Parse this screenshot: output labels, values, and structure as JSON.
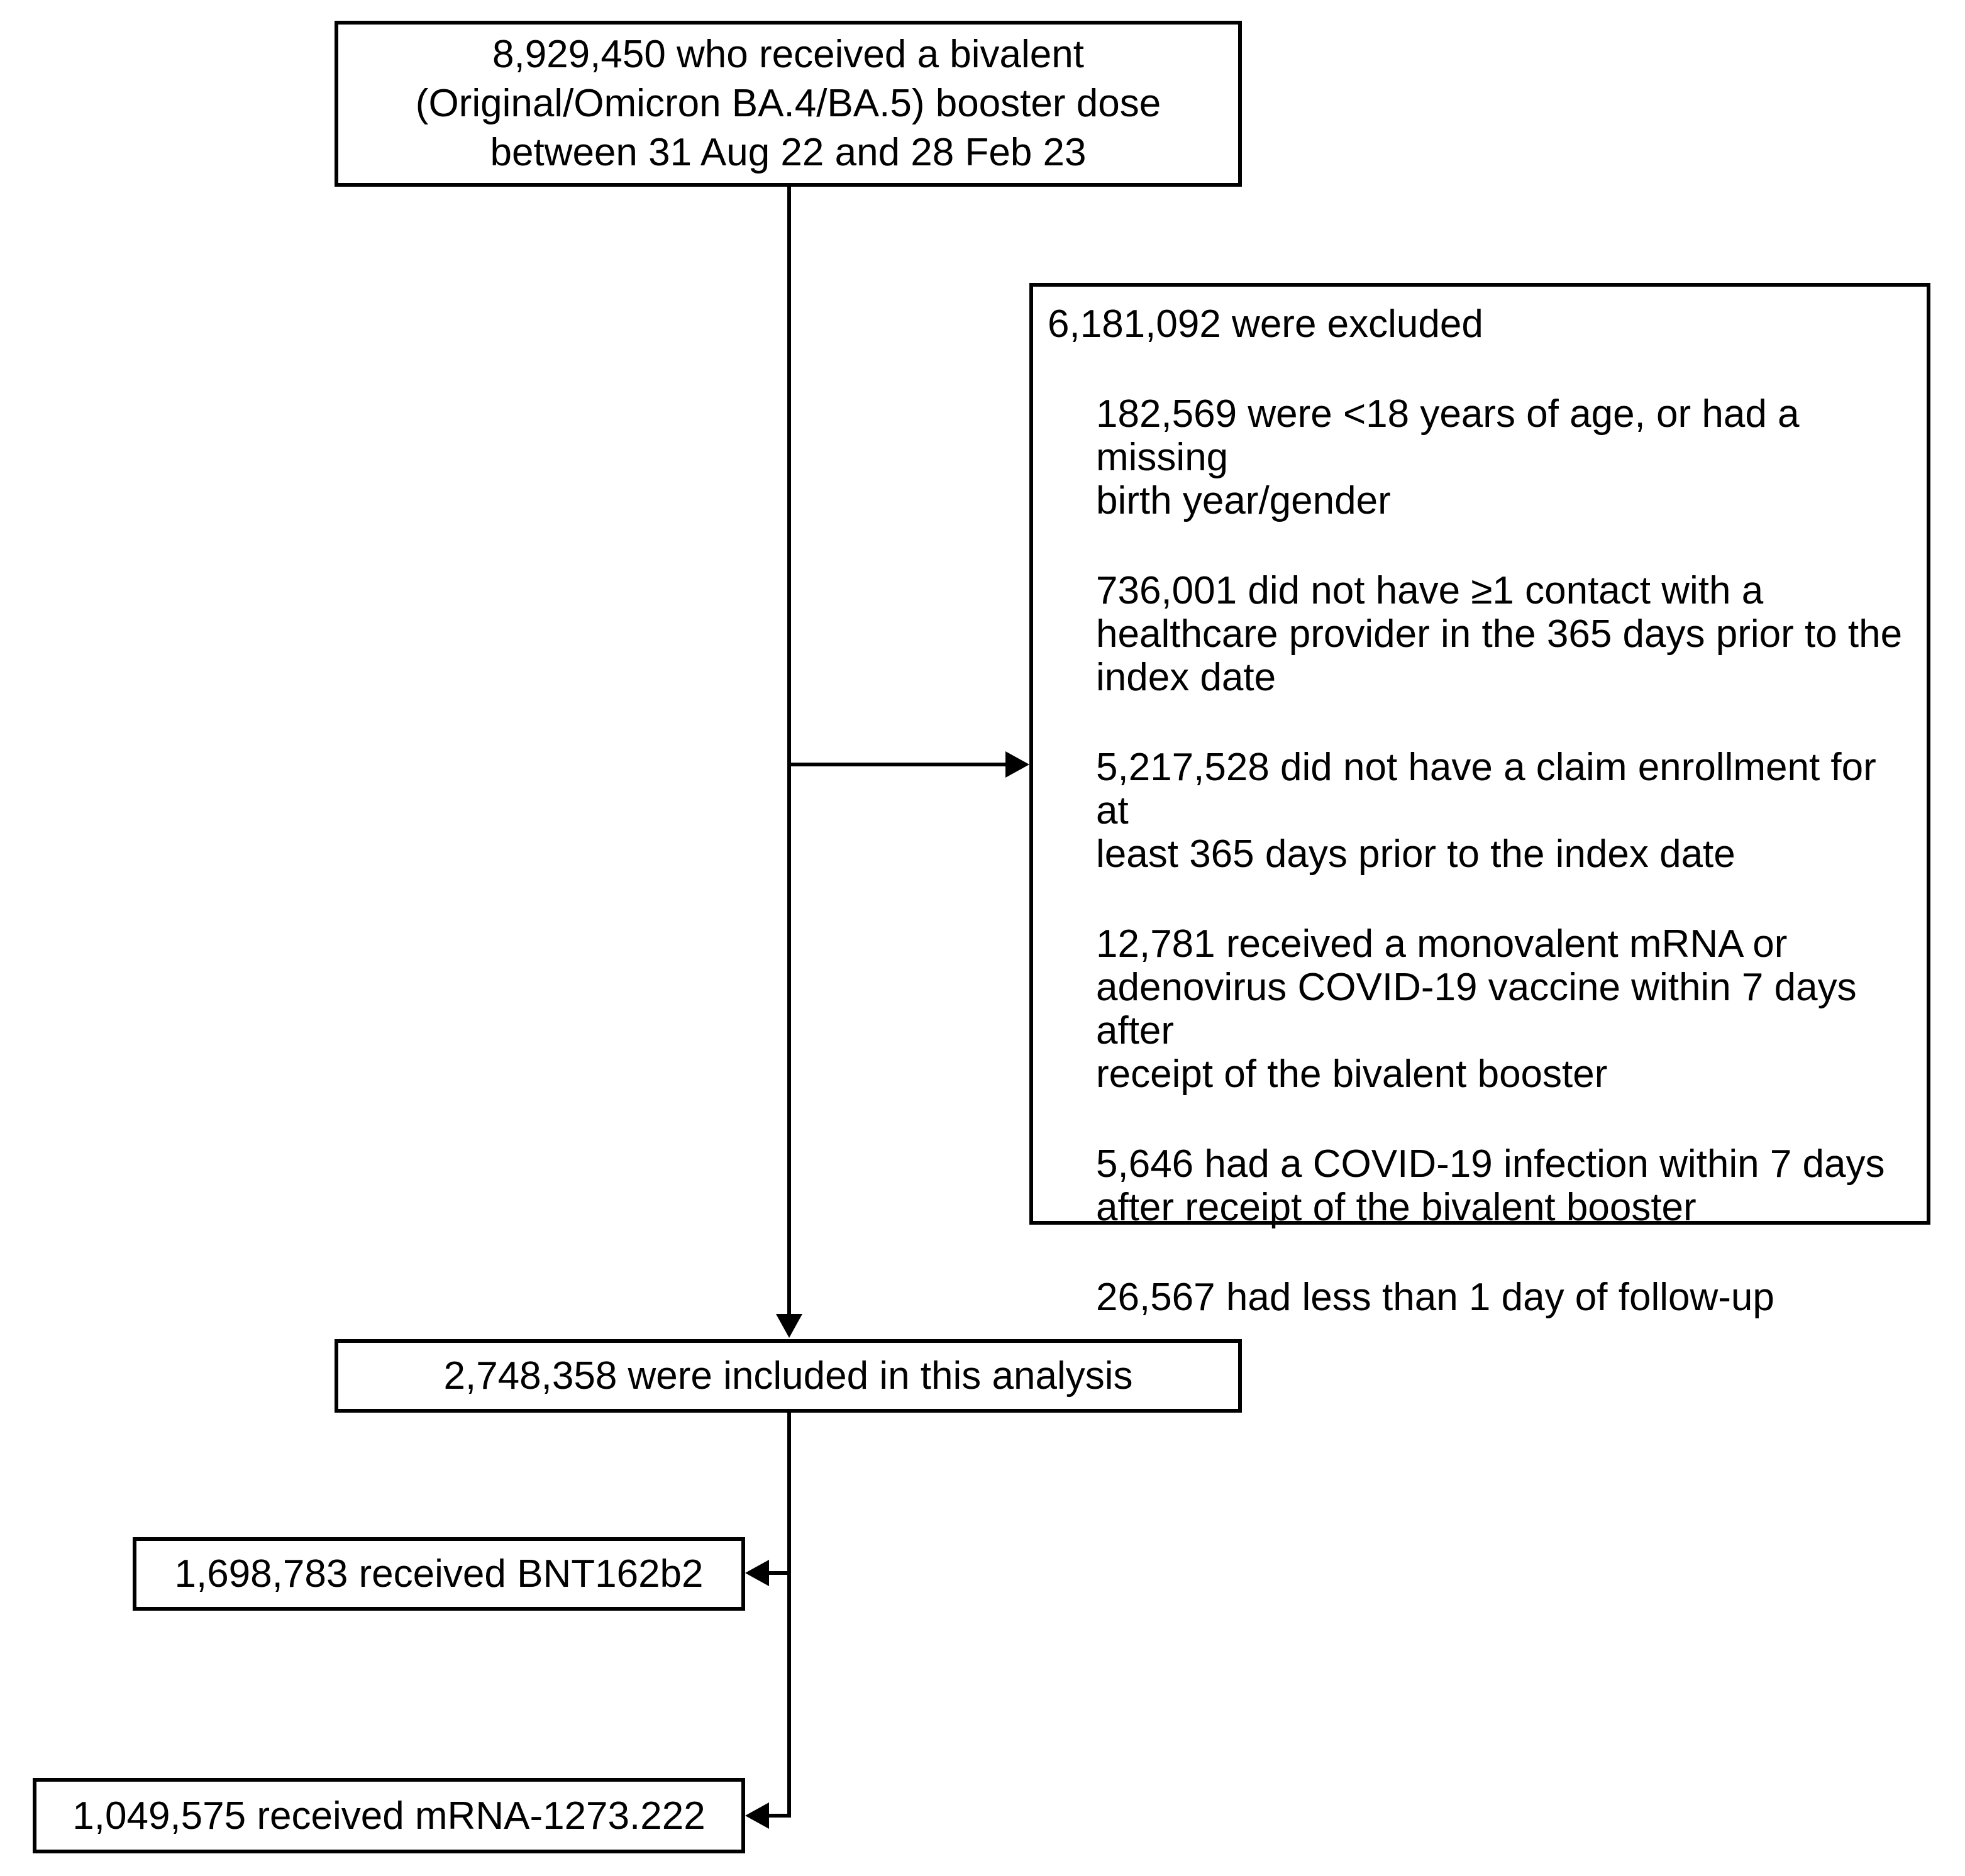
{
  "diagram": {
    "title": "Participant flow diagram for bivalent booster analysis",
    "colors": {
      "background": "#ffffff",
      "line": "#000000",
      "text": "#000000"
    },
    "boxes": {
      "cohort": {
        "text": "8,929,450 who received a bivalent\n(Original/Omicron BA.4/BA.5) booster dose\nbetween 31 Aug 22 and 28 Feb 23"
      },
      "excluded": {
        "header": "6,181,092 were excluded",
        "items": [
          "182,569 were <18 years of age, or had a missing\nbirth year/gender",
          "736,001 did not have ≥1 contact with a\nhealthcare provider in the 365 days prior to the\nindex date",
          "5,217,528 did not have a claim enrollment for at\nleast 365 days prior to the index date",
          "12,781 received a monovalent mRNA or\nadenovirus COVID-19 vaccine within 7 days after\nreceipt of the bivalent booster",
          "5,646 had a COVID-19 infection within 7 days\nafter receipt of the bivalent booster",
          "26,567 had less than 1 day of follow-up"
        ]
      },
      "included": {
        "text": "2,748,358 were included in this analysis"
      },
      "bnt162b2": {
        "text": "1,698,783 received BNT162b2"
      },
      "mrna1273": {
        "text": "1,049,575 received mRNA-1273.222"
      }
    }
  }
}
